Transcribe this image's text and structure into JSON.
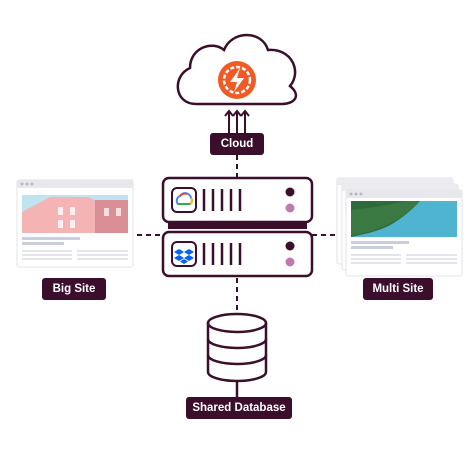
{
  "labels": {
    "cloud": "Cloud",
    "big_site": "Big Site",
    "multi_site": "Multi Site",
    "shared_database": "Shared Database"
  },
  "icons": {
    "cloud_badge": "orange-gear-bolt-icon",
    "server_top_badge": "google-cloud-icon",
    "server_bottom_badge": "dropbox-icon",
    "database": "database-cylinder-icon"
  },
  "colors": {
    "outline": "#3b0f2c",
    "label_bg": "#3b0f2c",
    "label_text": "#ffffff",
    "badge_orange": "#f15a24",
    "led_dark": "#3b0f2c",
    "led_light": "#c07ab0",
    "dropbox_blue": "#0061fe"
  }
}
